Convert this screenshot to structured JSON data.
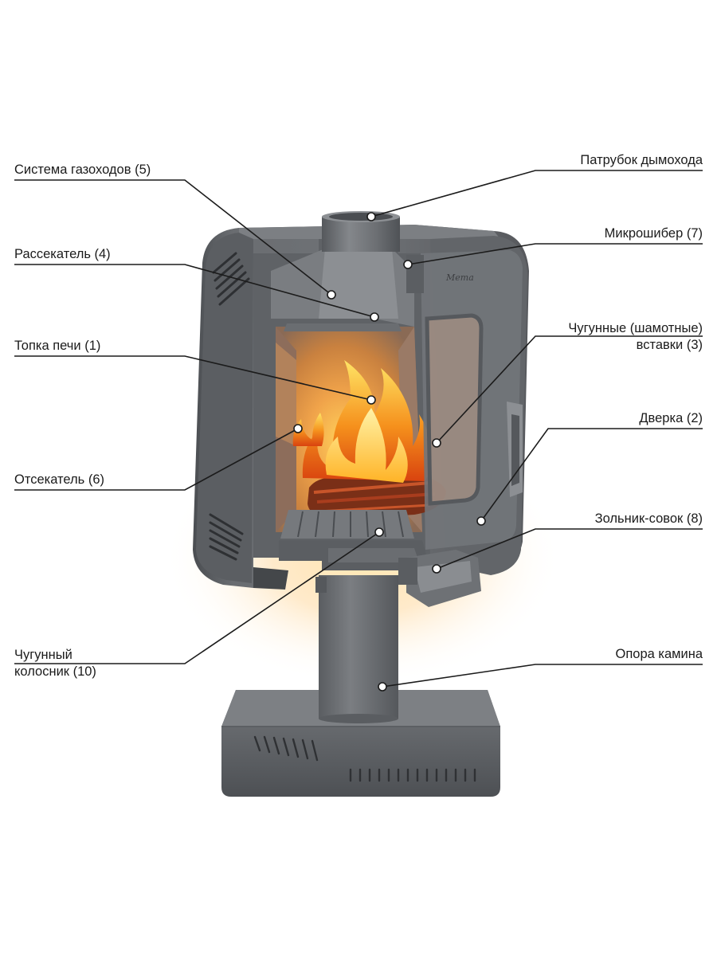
{
  "labels": {
    "gas_ducts": "Система газоходов (5)",
    "divider": "Рассекатель (4)",
    "firebox": "Топка печи (1)",
    "cutoff": "Отсекатель (6)",
    "grate_line1": "Чугунный",
    "grate_line2": "колосник (10)",
    "chimney_pipe": "Патрубок дымохода",
    "micro_damper": "Микрошибер (7)",
    "inserts_line1": "Чугунные (шамотные)",
    "inserts_line2": "вставки (3)",
    "door": "Дверка (2)",
    "ash_pan": "Зольник-совок (8)",
    "support": "Опора камина"
  },
  "brand_mark": "Мета",
  "colors": {
    "steel_dark": "#4f5256",
    "steel_mid": "#6d7074",
    "steel_light": "#8f9296",
    "fire_orange": "#f28a1c",
    "fire_yellow": "#ffd43b",
    "leader_line": "#1b1b1b"
  }
}
